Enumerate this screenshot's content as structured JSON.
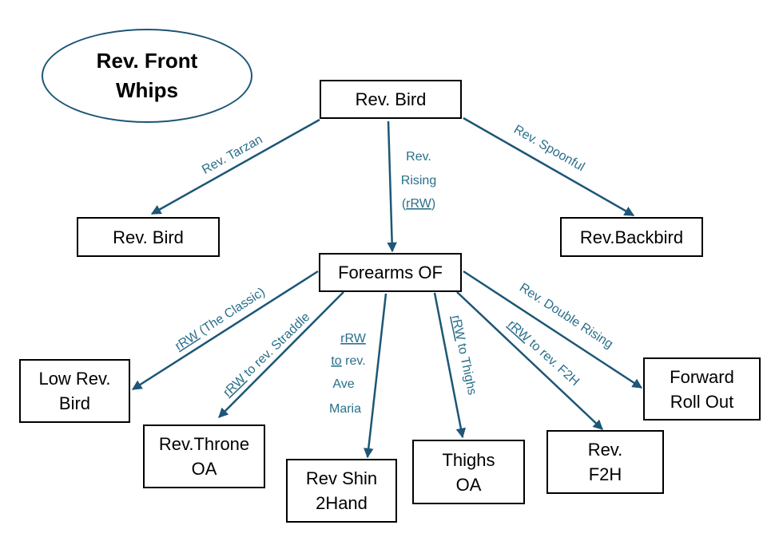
{
  "title": "Rev. Front\nWhips",
  "nodes": {
    "root": "Rev. Bird",
    "left": "Rev. Bird",
    "right": "Rev.Backbird",
    "forearms": "Forearms OF",
    "low_rev_bird": "Low Rev.\nBird",
    "rev_throne": "Rev.Throne\nOA",
    "rev_shin": "Rev Shin\n2Hand",
    "thighs": "Thighs\nOA",
    "rev_f2h": "Rev.\nF2H",
    "forward_roll": "Forward\nRoll Out"
  },
  "edge_labels": {
    "tarzan": "Rev. Tarzan",
    "spoonful": "Rev. Spoonful",
    "rising_1": "Rev.",
    "rising_2": "Rising",
    "rising_3a": "(",
    "rising_3b": "rRW",
    "rising_3c": ")",
    "classic_a": "rRW",
    "classic_b": " (The Classic)",
    "straddle_a": "rRW",
    "straddle_b": " to rev. Straddle",
    "ave_1": "rRW",
    "ave_2a": "to",
    "ave_2b": " rev.",
    "ave_3": "Ave",
    "ave_4": "Maria",
    "thighs_a": "rRW",
    "thighs_b": " to Thighs",
    "f2h_a": "rRW",
    "f2h_b": " to rev. F2H",
    "double": "Rev. Double Rising"
  },
  "colors": {
    "arrow": "#1d5676",
    "label": "#2a6f8a",
    "box_border": "#000000"
  }
}
